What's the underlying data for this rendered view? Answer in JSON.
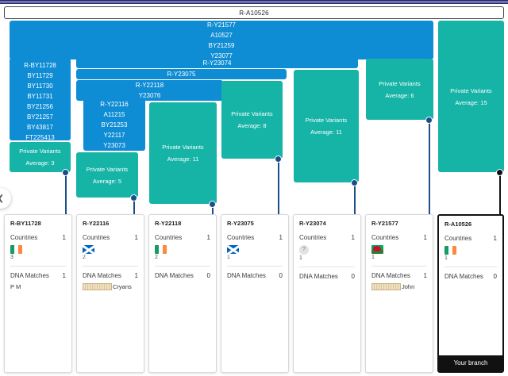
{
  "app": {
    "title": "Haplotree Branch View"
  },
  "nav": {
    "prev_icon": "chevron-left-icon"
  },
  "root": {
    "label": "R-A10526"
  },
  "tree": {
    "nodes": [
      {
        "id": "n-y21577",
        "snps": [
          "R-Y21577",
          "A10527",
          "BY21259",
          "Y23077"
        ]
      },
      {
        "id": "n-by11728",
        "snps": [
          "R-BY11728",
          "BY11729",
          "BY11730",
          "BY11731",
          "BY21256",
          "BY21257",
          "BY43817",
          "FT225413"
        ]
      },
      {
        "id": "n-y23074",
        "snps": [
          "R-Y23074"
        ]
      },
      {
        "id": "n-y23075",
        "snps": [
          "R-Y23075"
        ]
      },
      {
        "id": "n-y22118",
        "snps": [
          "R-Y22118",
          "Y23076"
        ]
      },
      {
        "id": "n-y22116",
        "snps": [
          "R-Y22116",
          "A11215",
          "BY21253",
          "Y22117",
          "Y23073"
        ]
      }
    ],
    "private_variants": [
      {
        "id": "pv-by11728",
        "title": "Private Variants",
        "average_label": "Average: 3",
        "average": 3
      },
      {
        "id": "pv-y22116",
        "title": "Private Variants",
        "average_label": "Average: 5",
        "average": 5
      },
      {
        "id": "pv-y22118",
        "title": "Private Variants",
        "average_label": "Average: 11",
        "average": 11
      },
      {
        "id": "pv-y23075",
        "title": "Private Variants",
        "average_label": "Average: 8",
        "average": 8
      },
      {
        "id": "pv-y23074",
        "title": "Private Variants",
        "average_label": "Average: 11",
        "average": 11
      },
      {
        "id": "pv-y21577",
        "title": "Private Variants",
        "average_label": "Average: 6",
        "average": 6
      },
      {
        "id": "pv-a10526",
        "title": "Private Variants",
        "average_label": "Average: 15",
        "average": 15
      }
    ]
  },
  "cards": [
    {
      "id": "card-by11728",
      "title": "R-BY11728",
      "countries_label": "Countries",
      "countries_count": "1",
      "flag": "flag-ireland",
      "flag_count": "3",
      "dna_label": "DNA Matches",
      "dna_count": "1",
      "match_name": "P M",
      "match_redacted": false,
      "mine": false
    },
    {
      "id": "card-y22116",
      "title": "R-Y22116",
      "countries_label": "Countries",
      "countries_count": "1",
      "flag": "flag-scotland",
      "flag_count": "2",
      "dna_label": "DNA Matches",
      "dna_count": "1",
      "match_name": "Cryans",
      "match_redacted": true,
      "mine": false
    },
    {
      "id": "card-y22118",
      "title": "R-Y22118",
      "countries_label": "Countries",
      "countries_count": "1",
      "flag": "flag-ireland",
      "flag_count": "2",
      "dna_label": "DNA Matches",
      "dna_count": "0",
      "match_name": "",
      "match_redacted": false,
      "mine": false
    },
    {
      "id": "card-y23075",
      "title": "R-Y23075",
      "countries_label": "Countries",
      "countries_count": "1",
      "flag": "flag-scotland",
      "flag_count": "1",
      "dna_label": "DNA Matches",
      "dna_count": "0",
      "match_name": "",
      "match_redacted": false,
      "mine": false
    },
    {
      "id": "card-y23074",
      "title": "R-Y23074",
      "countries_label": "Countries",
      "countries_count": "1",
      "flag": "flag-unknown",
      "flag_count": "1",
      "dna_label": "DNA Matches",
      "dna_count": "0",
      "match_name": "",
      "match_redacted": false,
      "mine": false
    },
    {
      "id": "card-y21577",
      "title": "R-Y21577",
      "countries_label": "Countries",
      "countries_count": "1",
      "flag": "flag-wales",
      "flag_count": "1",
      "dna_label": "DNA Matches",
      "dna_count": "1",
      "match_name": "John",
      "match_redacted": true,
      "mine": false
    },
    {
      "id": "card-a10526",
      "title": "R-A10526",
      "countries_label": "Countries",
      "countries_count": "1",
      "flag": "flag-ireland",
      "flag_count": "1",
      "dna_label": "DNA Matches",
      "dna_count": "0",
      "match_name": "",
      "match_redacted": false,
      "mine": true,
      "footer": "Your branch"
    }
  ],
  "colors": {
    "node_blue": "#0e8cd4",
    "private_variant_teal": "#16b3a7",
    "connector_blue": "#1b4f8a",
    "connector_black": "#111111",
    "topbar_navy": "#2b2f77",
    "your_branch_bg": "#111111"
  }
}
